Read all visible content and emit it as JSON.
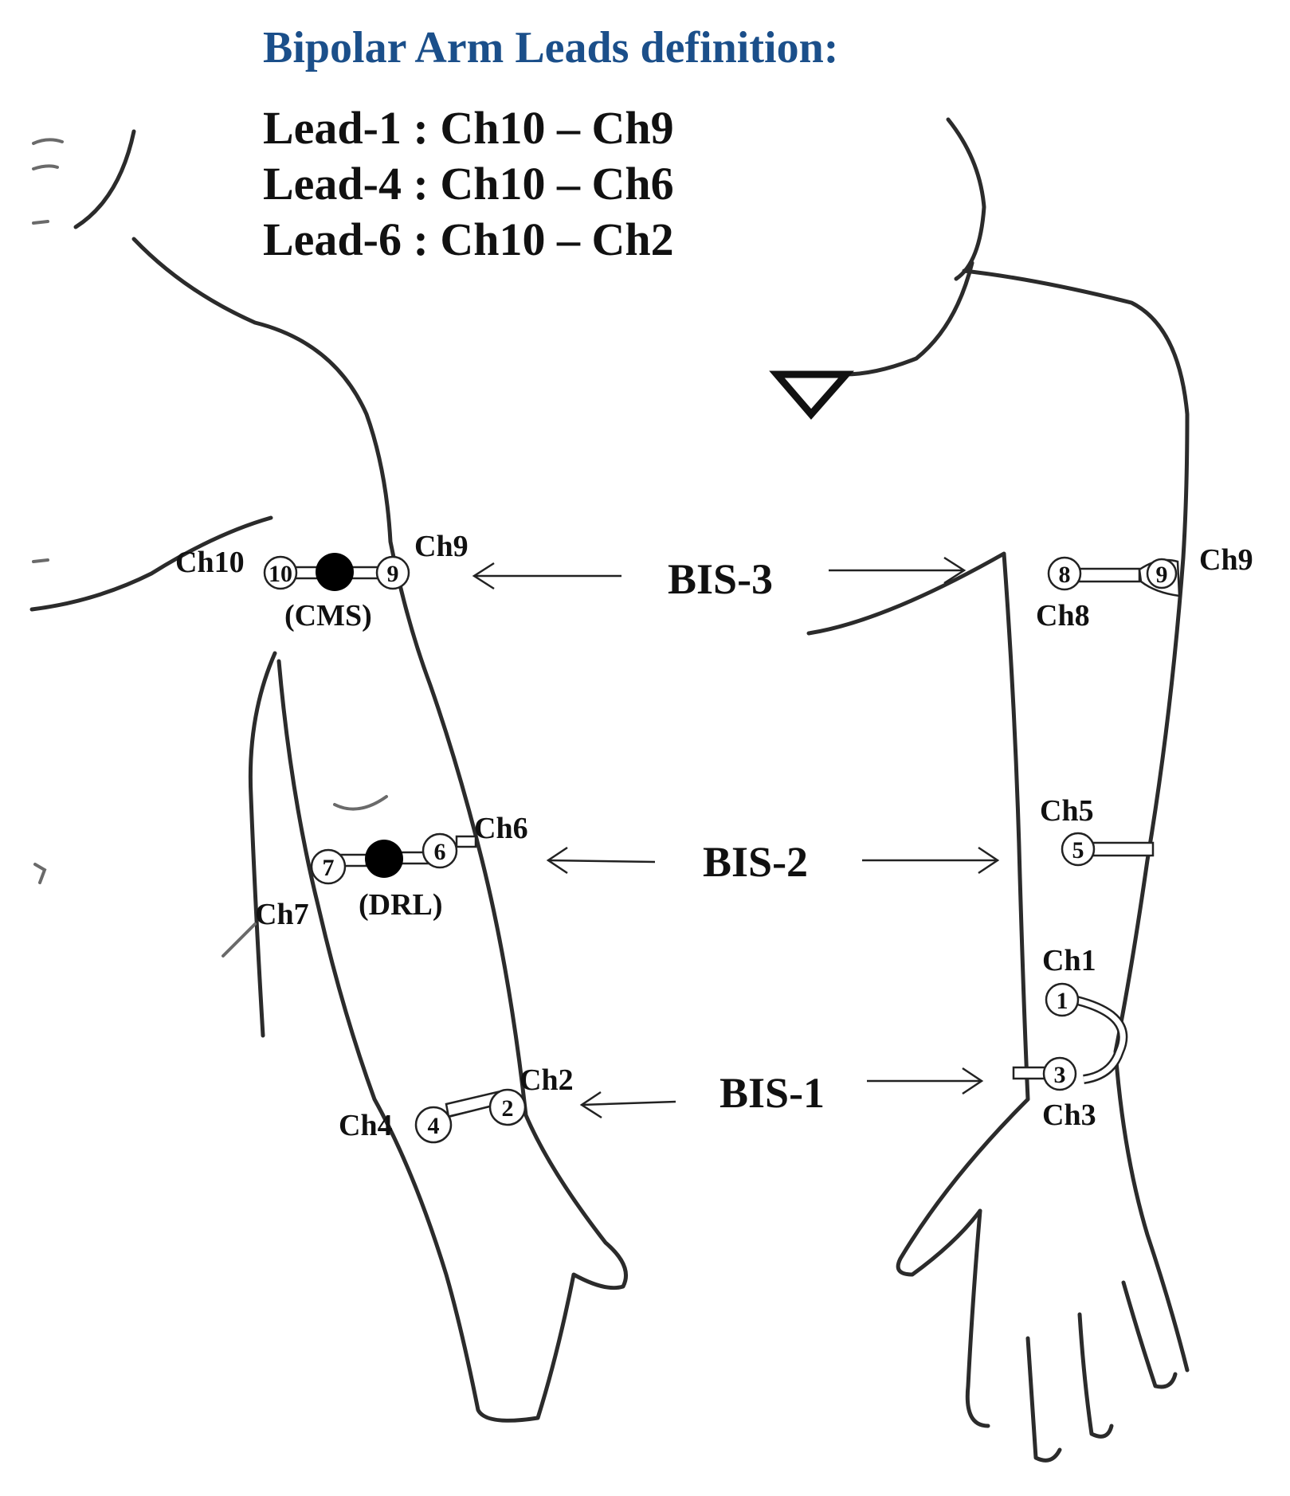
{
  "title": "Bipolar Arm Leads definition:",
  "leads": [
    "Lead-1 : Ch10 – Ch9",
    "Lead-4 : Ch10 – Ch6",
    "Lead-6 : Ch10 – Ch2"
  ],
  "bis_labels": {
    "bis3": "BIS-3",
    "bis2": "BIS-2",
    "bis1": "BIS-1"
  },
  "channel_labels": {
    "ch10": "Ch10",
    "ch9_left": "Ch9",
    "ch6": "Ch6",
    "ch7": "Ch7",
    "ch2": "Ch2",
    "ch4": "Ch4",
    "ch9_right": "Ch9",
    "ch8": "Ch8",
    "ch5": "Ch5",
    "ch1": "Ch1",
    "ch3": "Ch3"
  },
  "reference_labels": {
    "cms": "(CMS)",
    "drl": "(DRL)"
  },
  "electrode_numbers": {
    "e10": "10",
    "e9_left": "9",
    "e7": "7",
    "e6": "6",
    "e4": "4",
    "e2": "2",
    "e8": "8",
    "e9_right": "9",
    "e5": "5",
    "e1": "1",
    "e3": "3"
  },
  "colors": {
    "title": "#1b4f8a",
    "text": "#111111",
    "outline": "#2b2b2b"
  }
}
